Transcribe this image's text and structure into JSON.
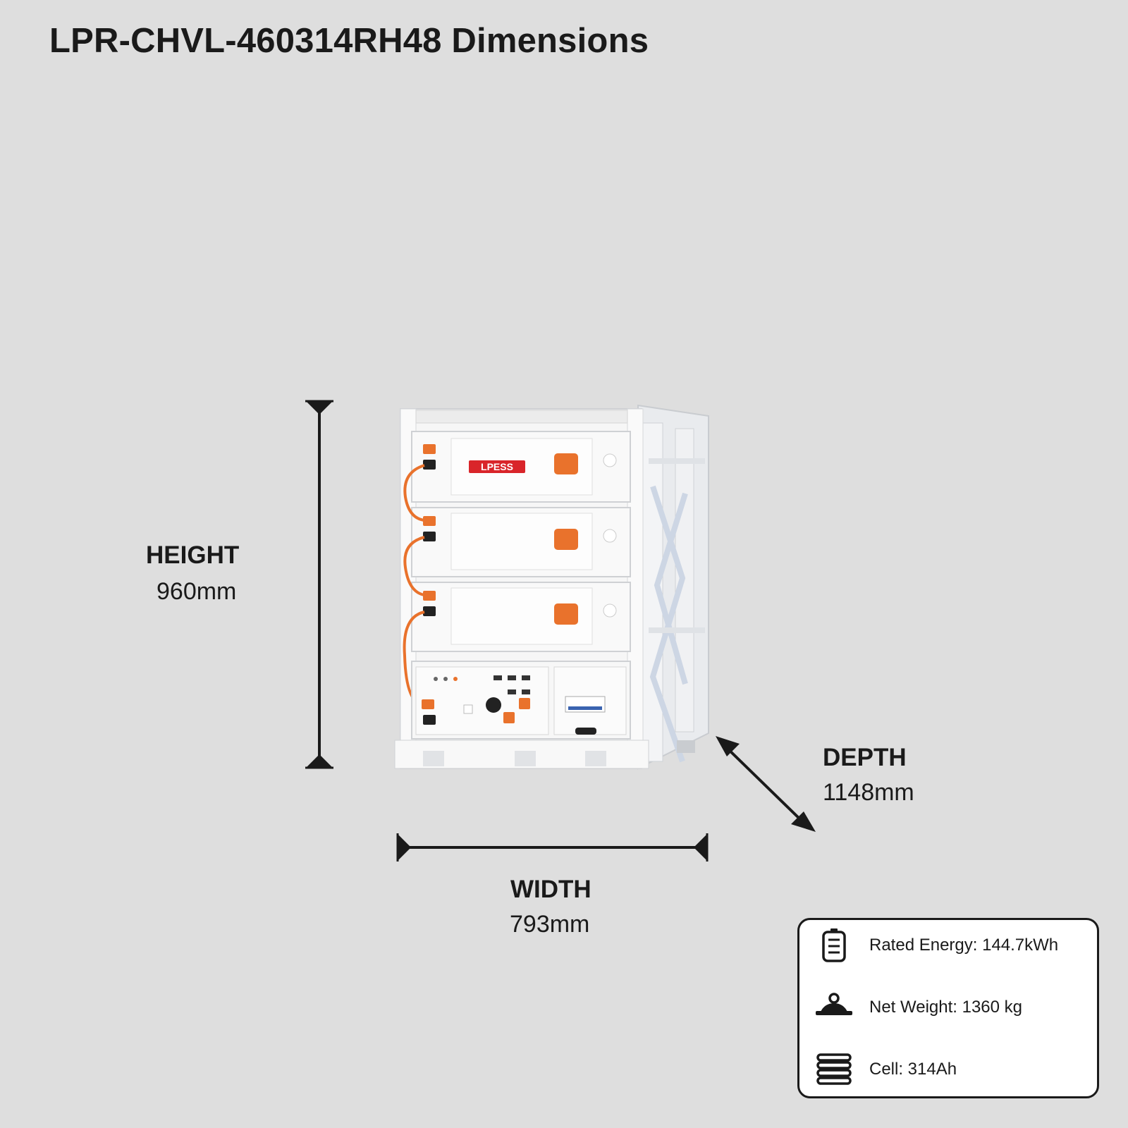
{
  "title": "LPR-CHVL-460314RH48 Dimensions",
  "dimensions": {
    "height": {
      "label": "HEIGHT",
      "value": "960mm"
    },
    "width": {
      "label": "WIDTH",
      "value": "793mm"
    },
    "depth": {
      "label": "DEPTH",
      "value": "1148mm"
    }
  },
  "product": {
    "brand_logo": "LPESS",
    "battery_modules": 3,
    "accent_color": "#e9722c",
    "logo_color": "#d9252a",
    "body_color": "#f4f4f4"
  },
  "specs": [
    {
      "icon": "battery-icon",
      "text": "Rated Energy: 144.7kWh"
    },
    {
      "icon": "weight-icon",
      "text": "Net Weight: 1360 kg"
    },
    {
      "icon": "cell-stack-icon",
      "text": "Cell: 314Ah"
    }
  ]
}
